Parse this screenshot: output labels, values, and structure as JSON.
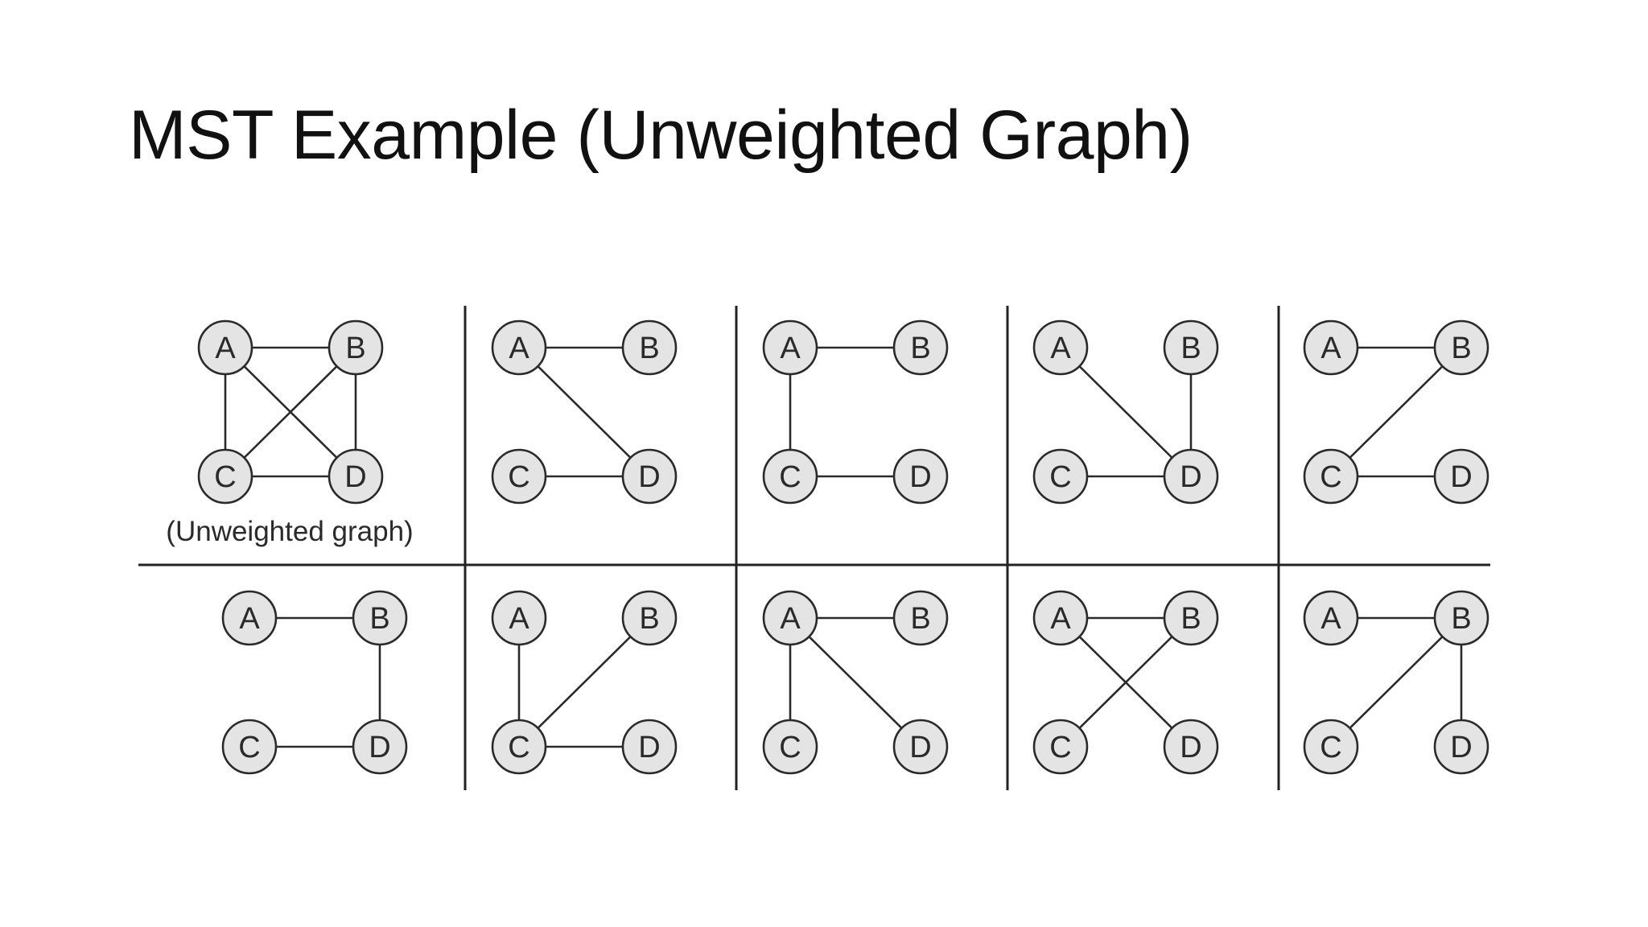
{
  "slide": {
    "title": "MST Example (Unweighted Graph)"
  },
  "diagram": {
    "caption": "(Unweighted graph)",
    "node_labels": [
      "A",
      "B",
      "C",
      "D"
    ],
    "panels": [
      {
        "id": "original-graph",
        "edges": [
          [
            "A",
            "B"
          ],
          [
            "A",
            "C"
          ],
          [
            "A",
            "D"
          ],
          [
            "B",
            "C"
          ],
          [
            "B",
            "D"
          ],
          [
            "C",
            "D"
          ]
        ]
      },
      {
        "id": "spanning-tree-1",
        "edges": [
          [
            "A",
            "B"
          ],
          [
            "A",
            "D"
          ],
          [
            "C",
            "D"
          ]
        ]
      },
      {
        "id": "spanning-tree-2",
        "edges": [
          [
            "A",
            "B"
          ],
          [
            "A",
            "C"
          ],
          [
            "C",
            "D"
          ]
        ]
      },
      {
        "id": "spanning-tree-3",
        "edges": [
          [
            "A",
            "D"
          ],
          [
            "B",
            "D"
          ],
          [
            "C",
            "D"
          ]
        ]
      },
      {
        "id": "spanning-tree-4",
        "edges": [
          [
            "A",
            "B"
          ],
          [
            "B",
            "C"
          ],
          [
            "C",
            "D"
          ]
        ]
      },
      {
        "id": "spanning-tree-5",
        "edges": [
          [
            "A",
            "B"
          ],
          [
            "B",
            "D"
          ],
          [
            "C",
            "D"
          ]
        ]
      },
      {
        "id": "spanning-tree-6",
        "edges": [
          [
            "A",
            "C"
          ],
          [
            "B",
            "C"
          ],
          [
            "C",
            "D"
          ]
        ]
      },
      {
        "id": "spanning-tree-7",
        "edges": [
          [
            "A",
            "B"
          ],
          [
            "A",
            "C"
          ],
          [
            "A",
            "D"
          ]
        ]
      },
      {
        "id": "spanning-tree-8",
        "edges": [
          [
            "A",
            "B"
          ],
          [
            "A",
            "D"
          ],
          [
            "B",
            "C"
          ]
        ]
      },
      {
        "id": "spanning-tree-9",
        "edges": [
          [
            "A",
            "B"
          ],
          [
            "B",
            "C"
          ],
          [
            "B",
            "D"
          ]
        ]
      }
    ]
  }
}
